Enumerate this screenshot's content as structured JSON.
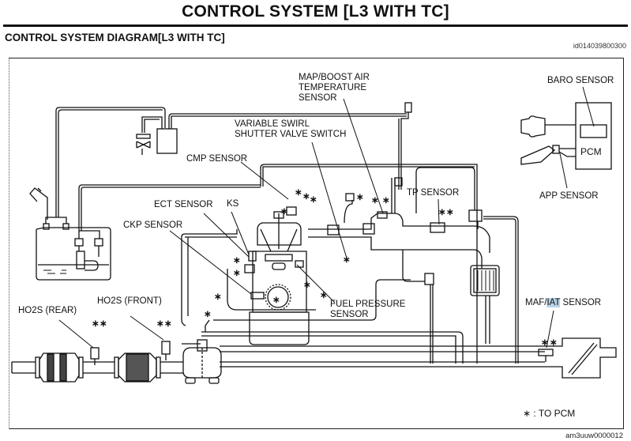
{
  "header": {
    "page_title": "CONTROL SYSTEM [L3 WITH TC]",
    "section_title": "CONTROL SYSTEM DIAGRAM[L3 WITH TC]",
    "doc_id": "id014039800300"
  },
  "diagram": {
    "labels": {
      "map_boost": "MAP/BOOST AIR\nTEMPERATURE\nSENSOR",
      "baro": "BARO SENSOR",
      "pcm": "PCM",
      "app": "APP SENSOR",
      "vsv_switch": "VARIABLE SWIRL\nSHUTTER VALVE SWITCH",
      "cmp": "CMP SENSOR",
      "ect": "ECT SENSOR",
      "ks": "KS",
      "ckp": "CKP SENSOR",
      "tp": "TP SENSOR",
      "fuel_pressure": "FUEL PRESSURE\nSENSOR",
      "ho2s_rear": "HO2S (REAR)",
      "ho2s_front": "HO2S (FRONT)",
      "maf_prefix": "MAF/",
      "maf_highlight": "IAT",
      "maf_suffix": " SENSOR"
    },
    "legend": "∗ : TO PCM",
    "asterisk": "∗",
    "highlight_color": "#b9d3e6"
  },
  "footer": {
    "image_id": "am3uuw0000012"
  }
}
